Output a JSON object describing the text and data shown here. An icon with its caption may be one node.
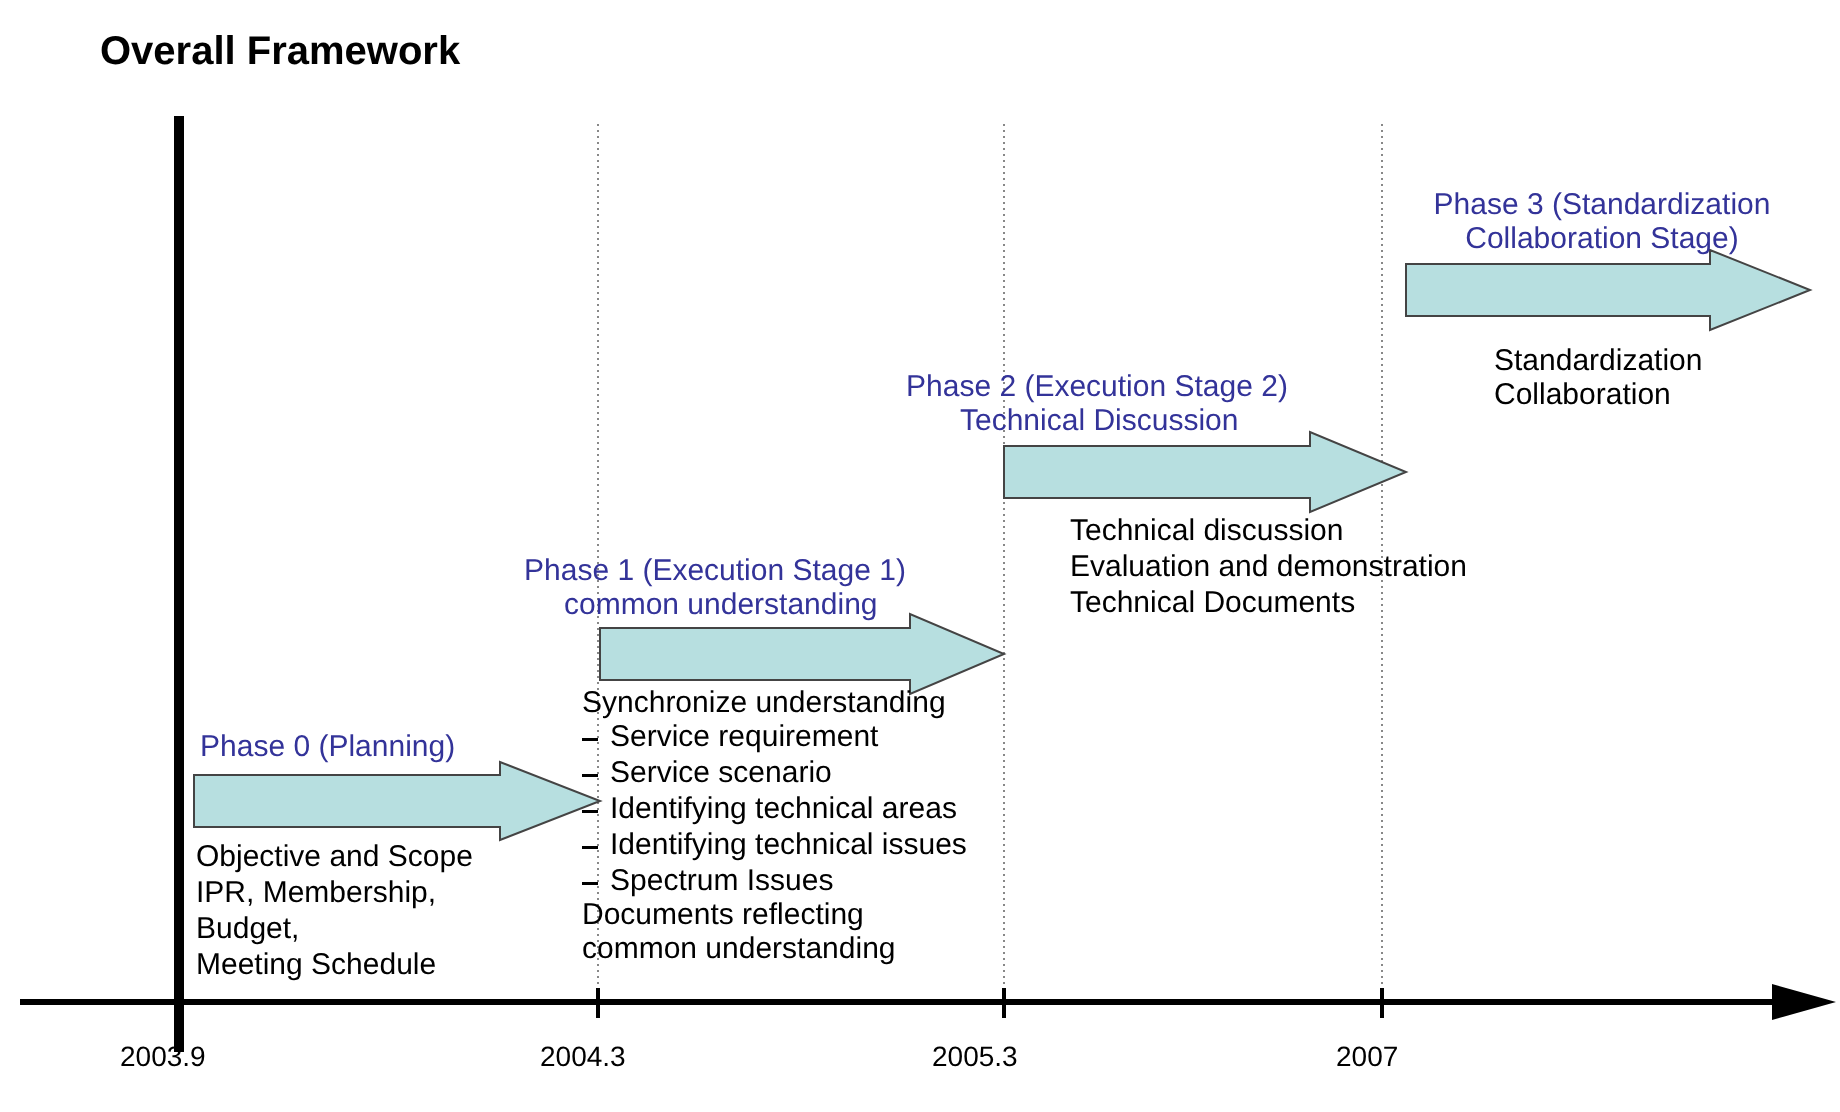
{
  "diagram": {
    "title": "Overall Framework",
    "nodes": [
      {
        "text": [
          "Phase 0 (Planning)",
          "Objective and Scope",
          "IPR, Membership,",
          "Budget,",
          "Meeting Schedule"
        ]
      },
      {
        "text": [
          "Phase 1 (Execution Stage 1)",
          "common understanding",
          "Synchronize understanding",
          "Service requirement",
          "Service scenario",
          "Identifying technical areas",
          "Identifying technical issues",
          "Spectrum Issues",
          "Documents reflecting common understanding"
        ]
      },
      {
        "text": [
          "Phase 2 (Execution Stage 2)",
          "Technical Discussion",
          "Technical discussion",
          "Evaluation and demonstration",
          "Technical Documents"
        ]
      },
      {
        "text": [
          "Phase 3 (Standardization Collaboration Stage)",
          "Standardization",
          "Collaboration"
        ]
      }
    ],
    "labels": [
      "2003.9",
      "2004.3",
      "2005.3",
      "2007"
    ]
  }
}
